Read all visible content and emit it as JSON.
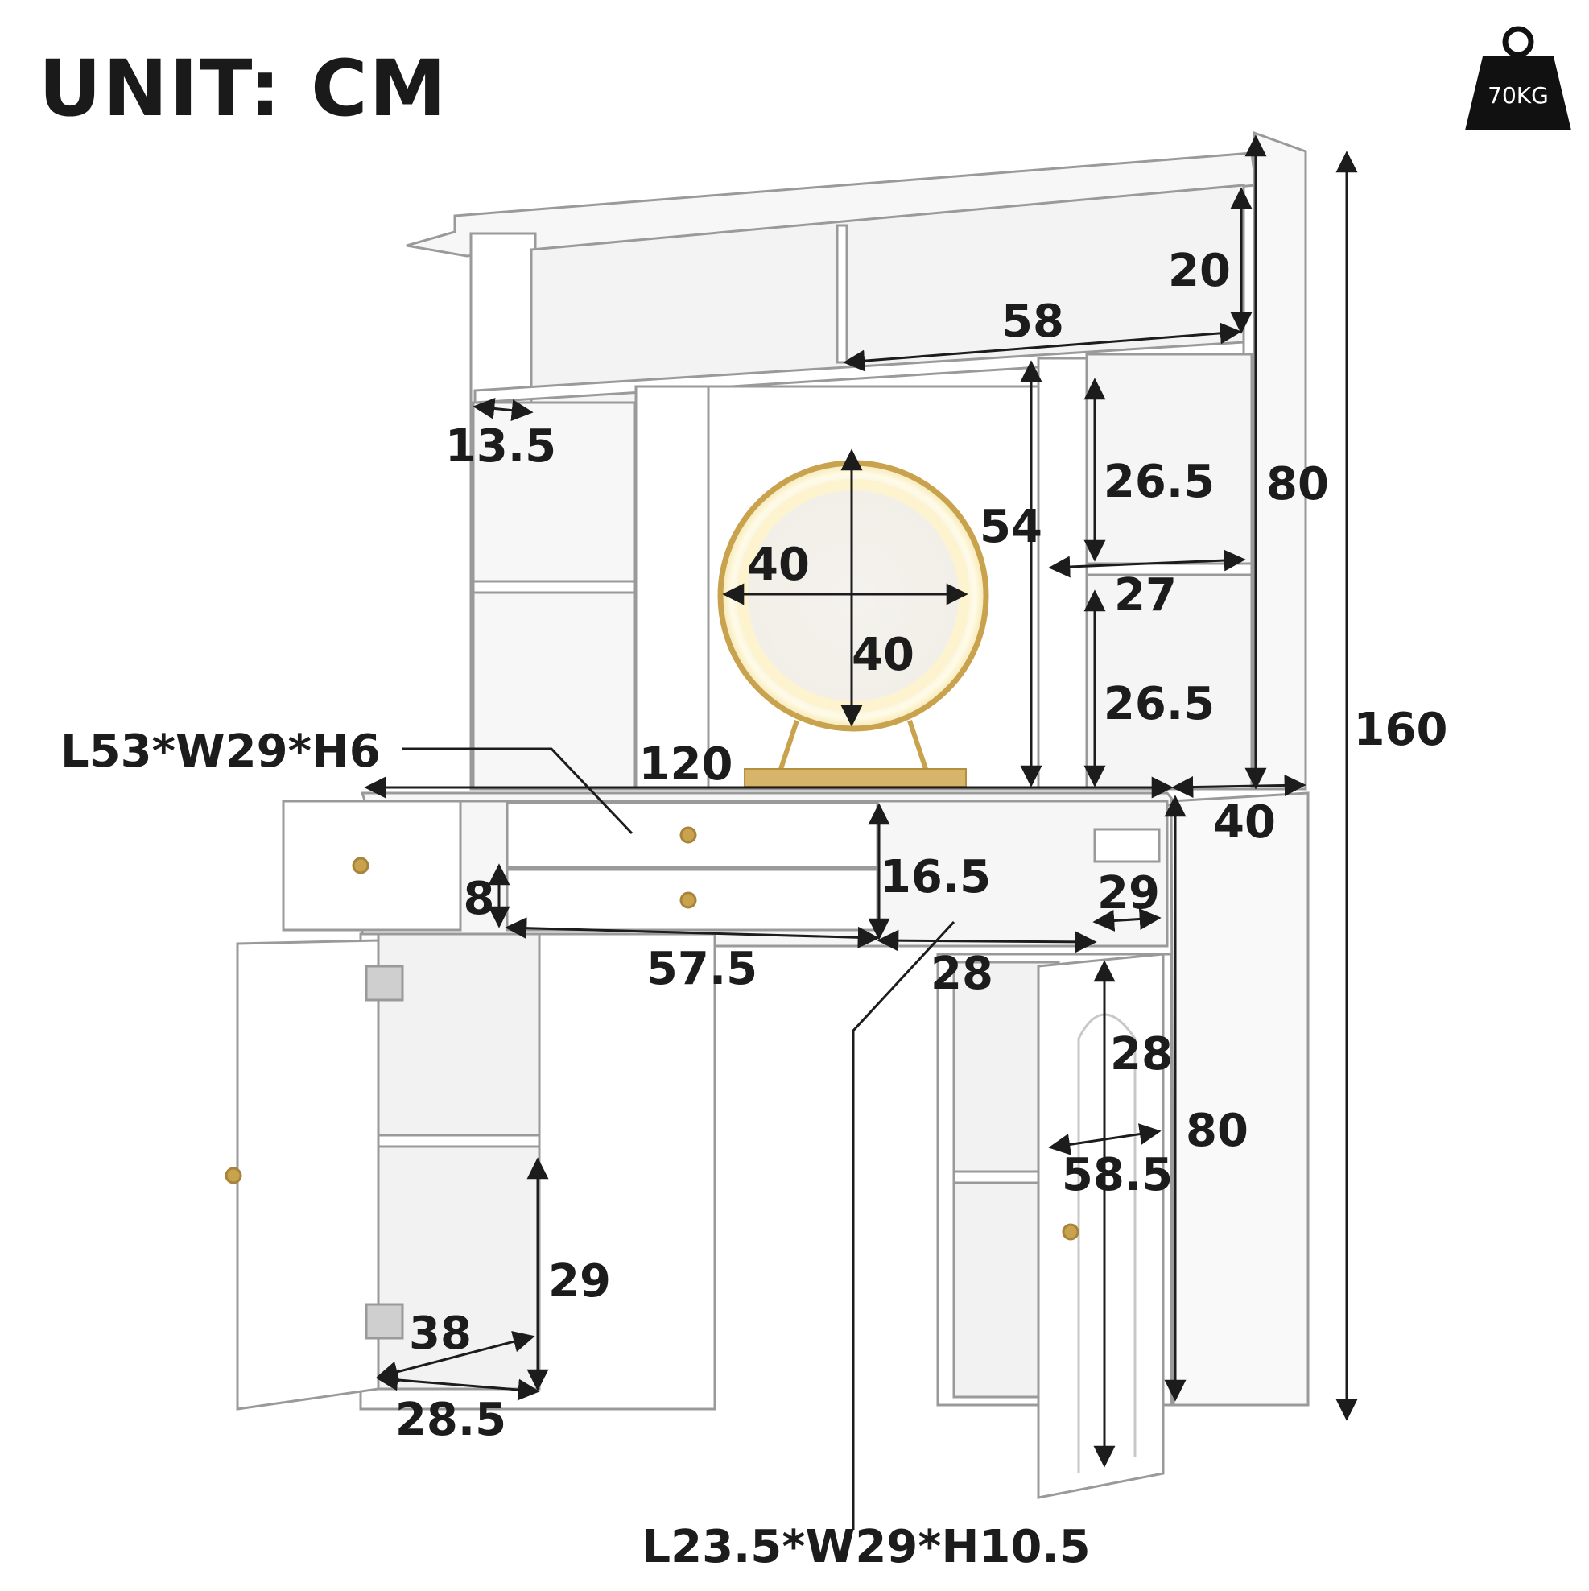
{
  "header": {
    "unit_label": "UNIT: CM"
  },
  "badge": {
    "weight_label": "70KG",
    "icon": "weight-icon"
  },
  "dimensions": {
    "top_shelf_height": "20",
    "top_shelf_width": "58",
    "left_shelf_depth": "13.5",
    "right_shelf_height_upper": "26.5",
    "right_shelf_width": "27",
    "right_shelf_height_lower": "26.5",
    "hutch_height": "80",
    "total_height": "160",
    "mirror_height": "54",
    "mirror_width": "40",
    "mirror_inner_height": "40",
    "desk_width": "120",
    "desk_depth": "40",
    "center_drawer_height": "16.5",
    "left_drawer_height": "8",
    "right_drawer_depth": "29",
    "center_drawer_width": "57.5",
    "center_drawer_depth": "28",
    "right_cabinet_height": "28",
    "base_height": "80",
    "right_cabinet_width": "58.5",
    "left_cabinet_height": "29",
    "left_cabinet_depth": "38",
    "left_cabinet_width": "28.5"
  },
  "callouts": {
    "center_drawer_size": "L53*W29*H6",
    "side_drawer_size": "L23.5*W29*H10.5"
  },
  "colors": {
    "panel": "#ffffff",
    "edge": "#9a9a9a",
    "shade": "#eeeeee",
    "gold": "#c9a24e",
    "ink": "#1c1c1c",
    "badge": "#111111"
  }
}
